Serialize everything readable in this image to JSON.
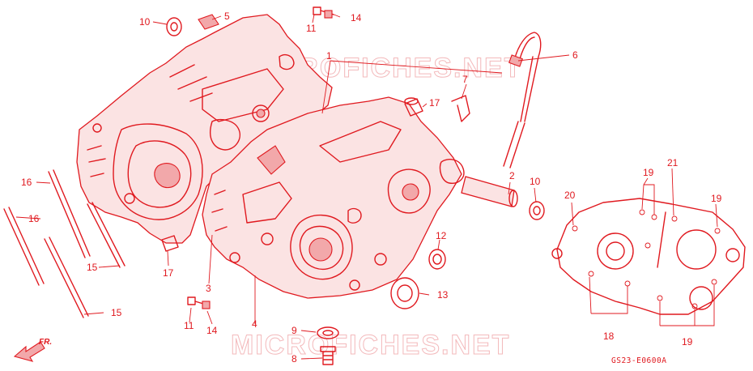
{
  "diagram": {
    "watermark_text": "MICROFICHES.NET",
    "direction_label": "FR.",
    "drawing_code": "GS23-E0600A",
    "color": "#e0191f",
    "callouts": [
      {
        "id": "c10a",
        "label": "10"
      },
      {
        "id": "c5",
        "label": "5"
      },
      {
        "id": "c11a",
        "label": "11"
      },
      {
        "id": "c14a",
        "label": "14"
      },
      {
        "id": "c6",
        "label": "6"
      },
      {
        "id": "c1",
        "label": "1"
      },
      {
        "id": "c7",
        "label": "7"
      },
      {
        "id": "c17a",
        "label": "17"
      },
      {
        "id": "c2",
        "label": "2"
      },
      {
        "id": "c10b",
        "label": "10"
      },
      {
        "id": "c16a",
        "label": "16"
      },
      {
        "id": "c16b",
        "label": "16"
      },
      {
        "id": "c15a",
        "label": "15"
      },
      {
        "id": "c15b",
        "label": "15"
      },
      {
        "id": "c17b",
        "label": "17"
      },
      {
        "id": "c3",
        "label": "3"
      },
      {
        "id": "c11b",
        "label": "11"
      },
      {
        "id": "c14b",
        "label": "14"
      },
      {
        "id": "c4",
        "label": "4"
      },
      {
        "id": "c9",
        "label": "9"
      },
      {
        "id": "c8",
        "label": "8"
      },
      {
        "id": "c12",
        "label": "12"
      },
      {
        "id": "c13",
        "label": "13"
      },
      {
        "id": "c20",
        "label": "20"
      },
      {
        "id": "c19a",
        "label": "19"
      },
      {
        "id": "c21",
        "label": "21"
      },
      {
        "id": "c19b",
        "label": "19"
      },
      {
        "id": "c18",
        "label": "18"
      },
      {
        "id": "c19c",
        "label": "19"
      }
    ]
  }
}
